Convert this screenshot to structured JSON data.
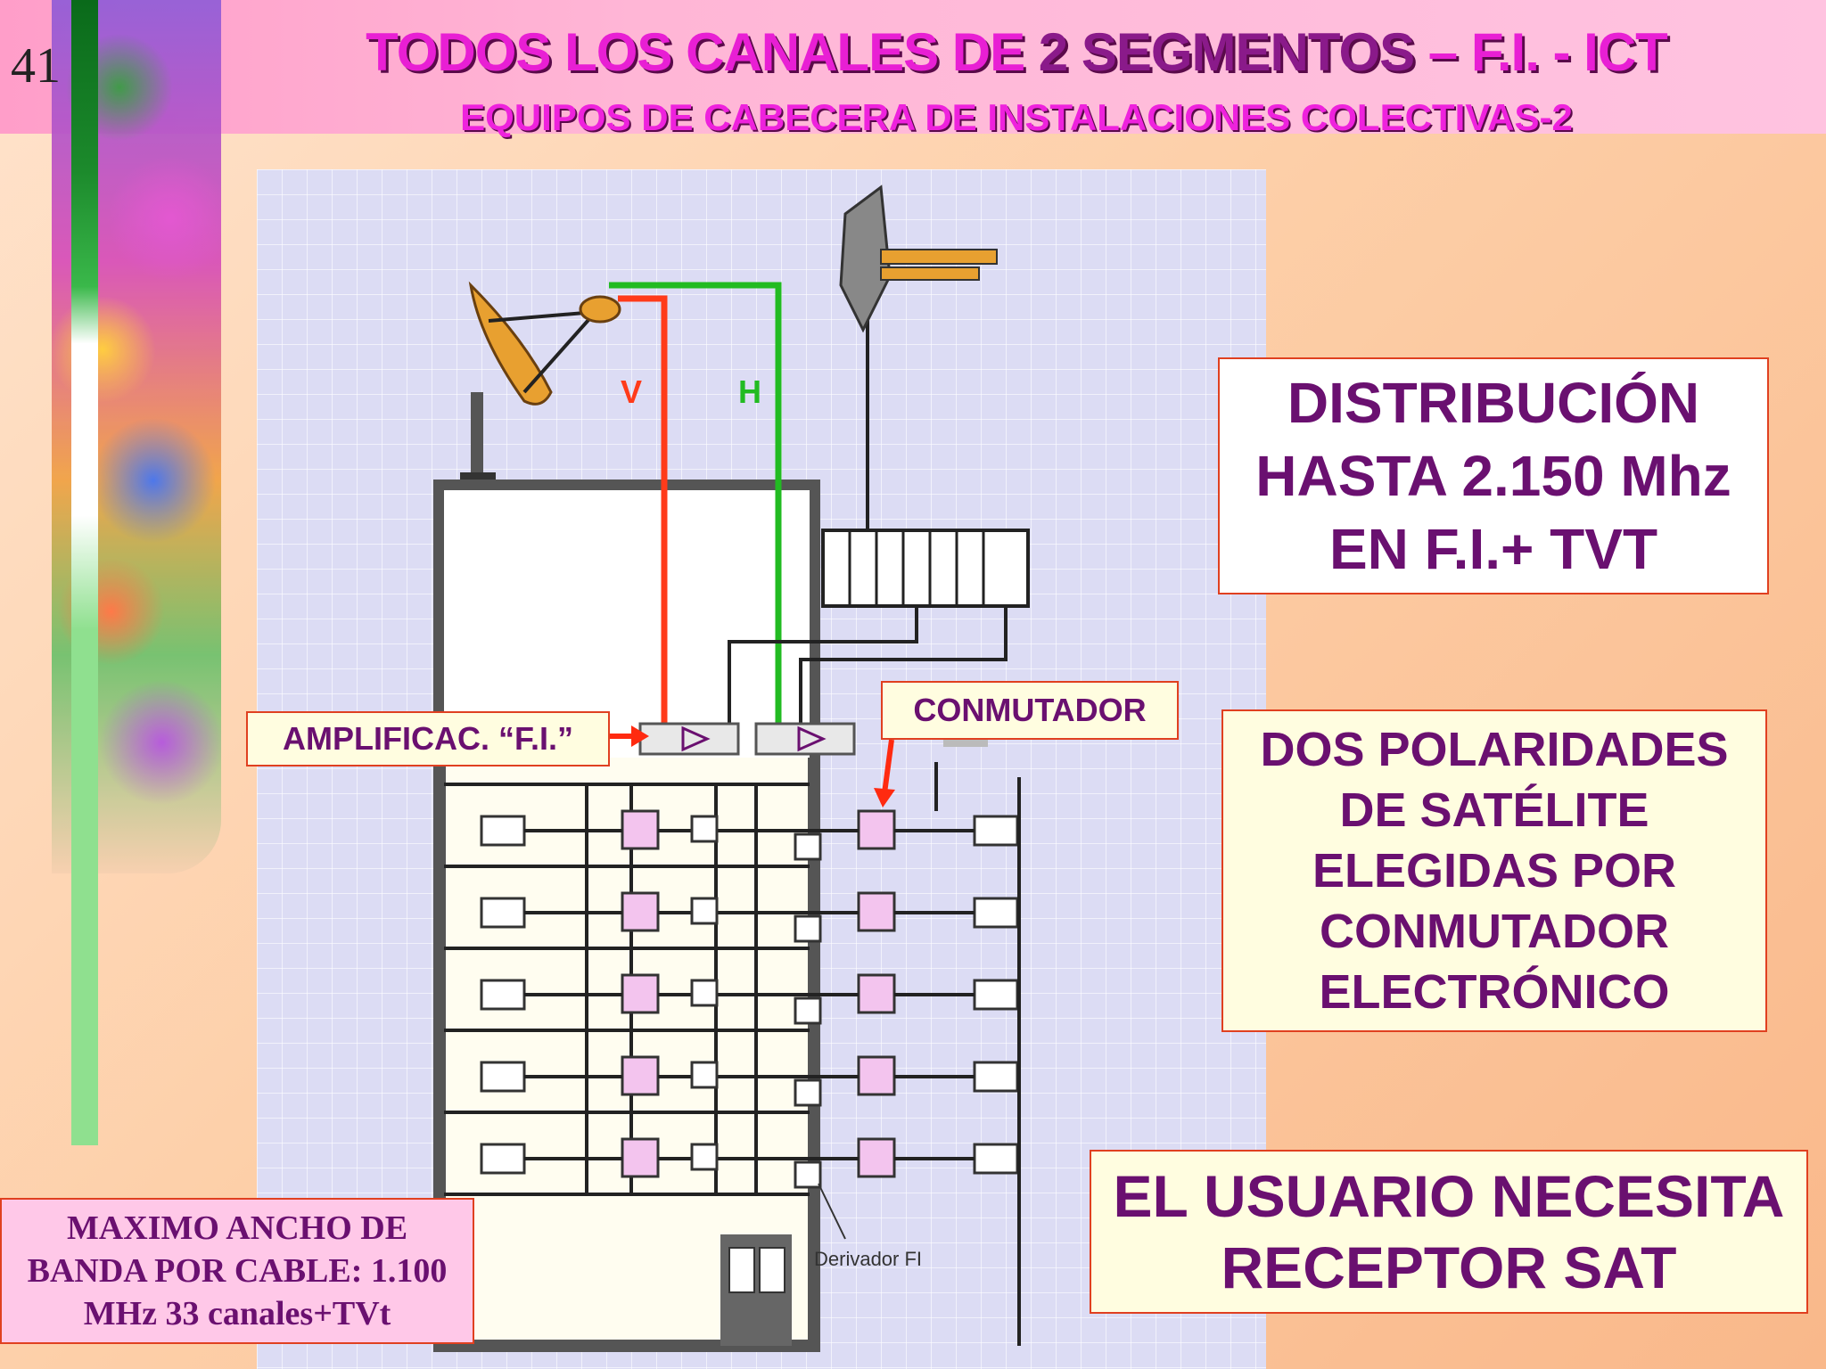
{
  "slide_number": "41",
  "title": {
    "main_part1": "TODOS LOS CANALES DE ",
    "main_part2": "2 SEGMENTOS",
    "main_part3": " – F.I. - ICT",
    "subtitle": "EQUIPOS DE CABECERA DE INSTALACIONES COLECTIVAS-2"
  },
  "diagram": {
    "polarity_v": "V",
    "polarity_h": "H",
    "amplifier_callout": "AMPLIFICAC. “F.I.”",
    "switch_callout": "CONMUTADOR",
    "splitter_label": "Derivador FI",
    "colors": {
      "v_line": "#ff3b1a",
      "h_line": "#22bb22",
      "outlet_fill": "#f3c4ee"
    }
  },
  "info_boxes": {
    "distribution": [
      "DISTRIBUCIÓN",
      "HASTA 2.150 Mhz",
      "EN F.I.+ TVT"
    ],
    "polarities": [
      "DOS POLARIDADES",
      "DE SATÉLITE",
      "ELEGIDAS POR",
      "CONMUTADOR",
      "ELECTRÓNICO"
    ],
    "user": [
      "EL USUARIO NECESITA",
      "RECEPTOR SAT"
    ],
    "bandwidth": [
      "MAXIMO ANCHO DE",
      "BANDA POR CABLE: 1.100",
      "MHz 33 canales+TVt"
    ]
  }
}
